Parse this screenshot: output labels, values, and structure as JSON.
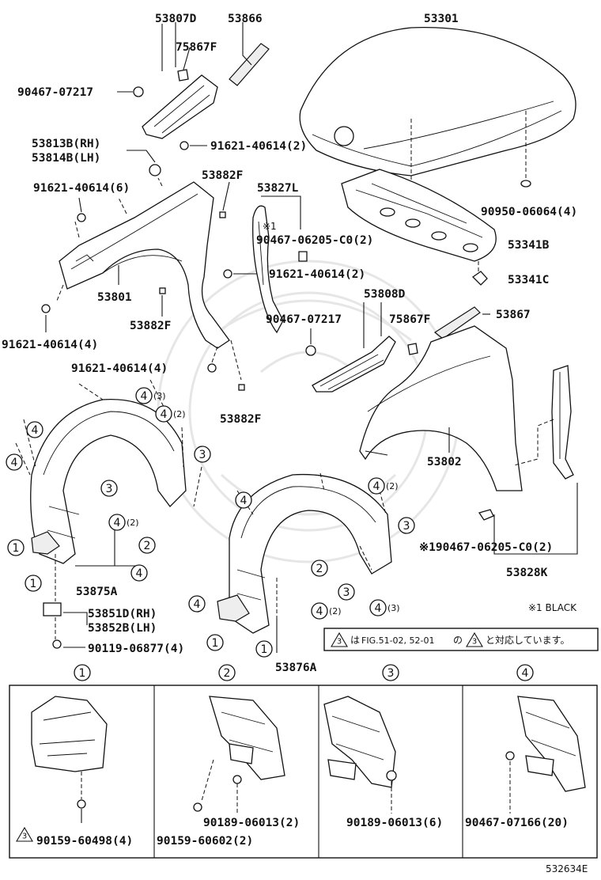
{
  "labels": {
    "p53807D": "53807D",
    "p53866": "53866",
    "p53301": "53301",
    "p75867F_a": "75867F",
    "p90467_07217_a": "90467-07217",
    "p91621_40614_2a": "91621-40614(2)",
    "p53813B": "53813B(RH)",
    "p53814B": "53814B(LH)",
    "p53882F_a": "53882F",
    "p53827L": "53827L",
    "mark1": "※1",
    "p90467_06205": "90467-06205-C0(2)",
    "p91621_40614_6": "91621-40614(6)",
    "p90950_06064": "90950-06064(4)",
    "p53341B": "53341B",
    "p53341C": "53341C",
    "p53801": "53801",
    "p91621_40614_2b": "91621-40614(2)",
    "p53882F_b": "53882F",
    "p91621_40614_4a": "91621-40614(4)",
    "p53808D": "53808D",
    "p90467_07217_b": "90467-07217",
    "p75867F_b": "75867F",
    "p53867": "53867",
    "p91621_40614_4b": "91621-40614(4)",
    "p53882F_c": "53882F",
    "p53802": "53802",
    "p53875A": "53875A",
    "p53851D": "53851D(RH)",
    "p53852B": "53852B(LH)",
    "p90119_06877": "90119-06877(4)",
    "p1_90467_06205": "※190467-06205-C0(2)",
    "p53828K": "53828K",
    "p53876A": "53876A",
    "black_note": "※1 BLACK",
    "fig_note_a": "は",
    "fig_note_b": "FIG.51-02, 52-01",
    "fig_note_c": "の",
    "fig_note_d": "と対応しています。",
    "p90159_60498": "90159-60498(4)",
    "p90159_60602": "90159-60602(2)",
    "p90189_06013_2": "90189-06013(2)",
    "p90189_06013_6": "90189-06013(6)",
    "p90467_07166": "90467-07166(20)",
    "ref": "532634E"
  },
  "callouts": {
    "c1": "1",
    "c2": "2",
    "c3": "3",
    "c4": "4",
    "q3": "(3)",
    "q2": "(2)",
    "tri3": "3"
  },
  "detail_panels": [
    {
      "number": "1"
    },
    {
      "number": "2"
    },
    {
      "number": "3"
    },
    {
      "number": "4"
    }
  ]
}
